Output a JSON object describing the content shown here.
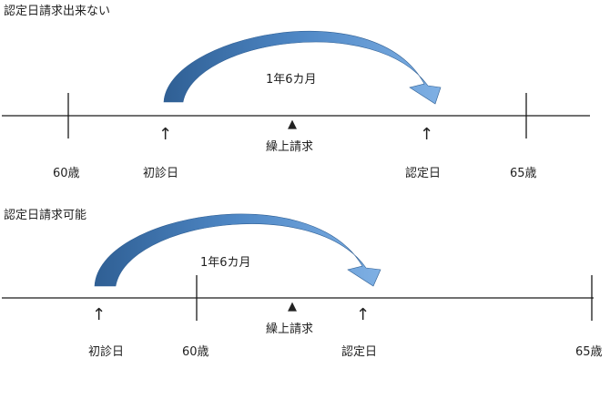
{
  "colors": {
    "line": "#1a1a1a",
    "arrow_light": "#7fb0e4",
    "arrow_dark": "#2f5f94",
    "text": "#222222"
  },
  "scenario1": {
    "title": "認定日請求出来ない",
    "duration": "1年6カ月",
    "ticks": {
      "age60": "60歳",
      "first_visit": "初診日",
      "recognition": "認定日",
      "age65": "65歳"
    },
    "triangle": "▲",
    "retro_label": "繰上請求",
    "up_arrow": "↑"
  },
  "scenario2": {
    "title": "認定日請求可能",
    "duration": "1年6カ月",
    "ticks": {
      "first_visit": "初診日",
      "age60": "60歳",
      "recognition": "認定日",
      "age65": "65歳"
    },
    "triangle": "▲",
    "retro_label": "繰上請求",
    "up_arrow": "↑"
  }
}
